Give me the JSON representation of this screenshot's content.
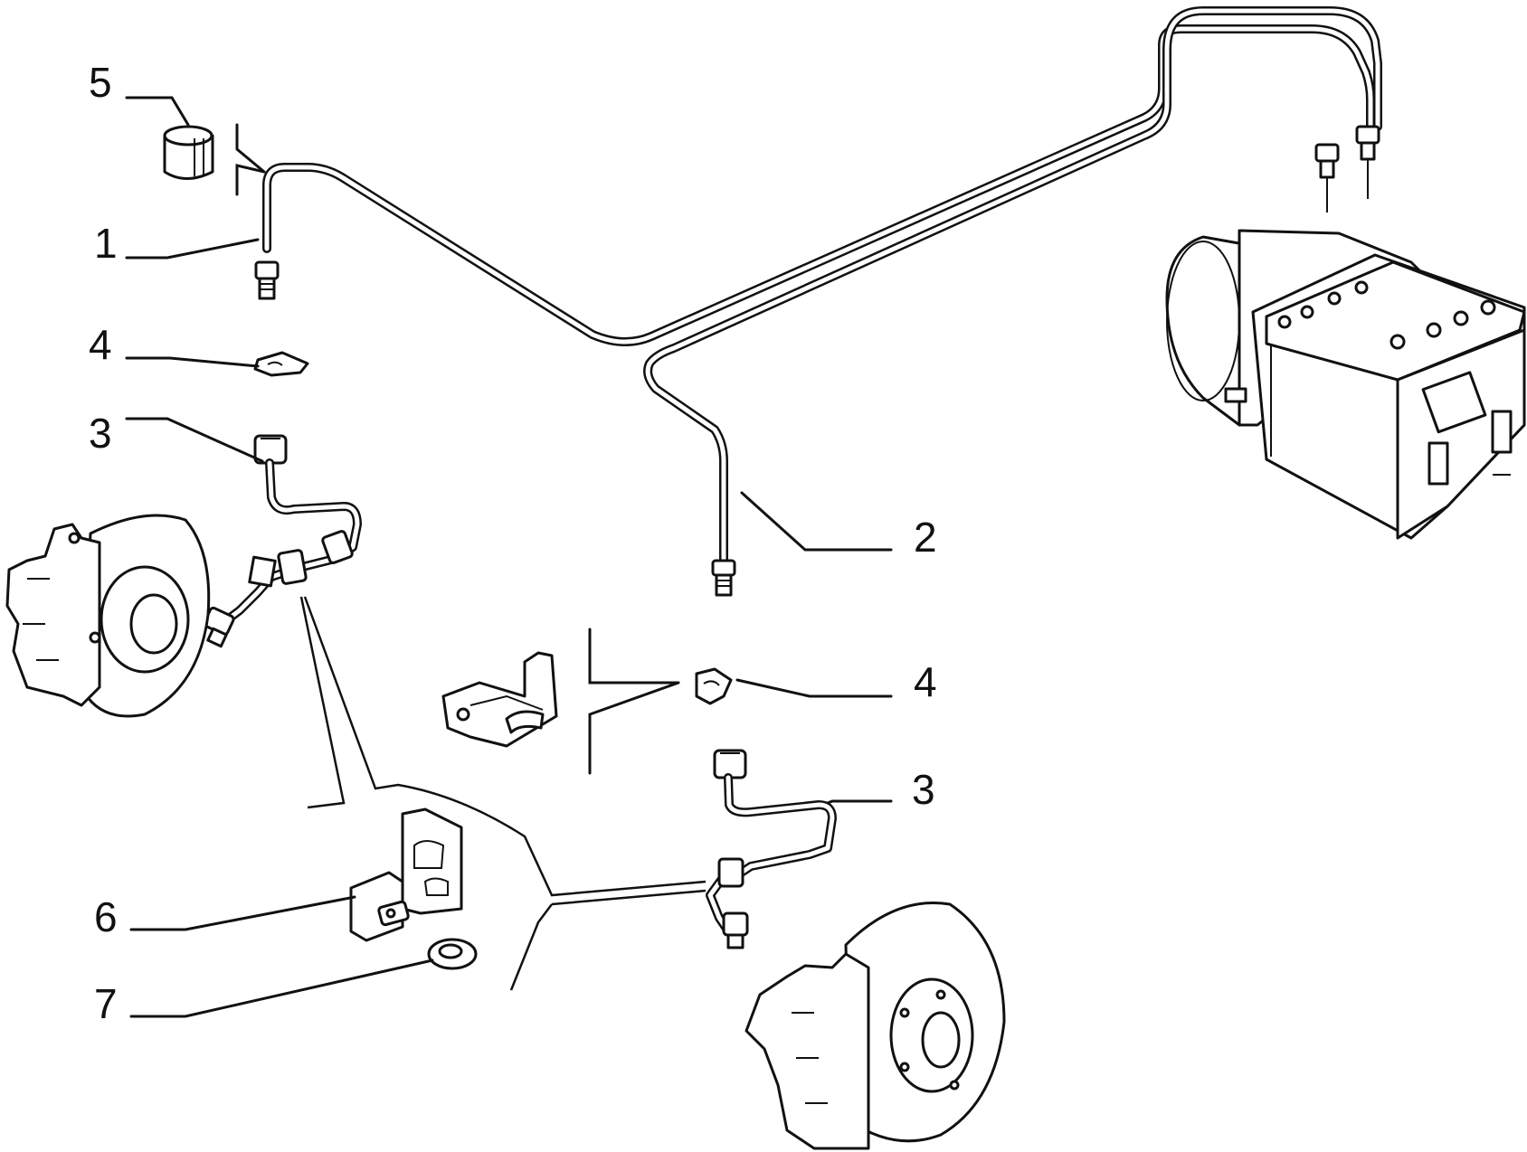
{
  "callouts": [
    {
      "id": "1",
      "label": "1"
    },
    {
      "id": "2",
      "label": "2"
    },
    {
      "id": "3a",
      "label": "3"
    },
    {
      "id": "3b",
      "label": "3"
    },
    {
      "id": "4a",
      "label": "4"
    },
    {
      "id": "4b",
      "label": "4"
    },
    {
      "id": "5",
      "label": "5"
    },
    {
      "id": "6",
      "label": "6"
    },
    {
      "id": "7",
      "label": "7"
    }
  ],
  "colors": {
    "line": "#111111",
    "background": "#ffffff"
  }
}
